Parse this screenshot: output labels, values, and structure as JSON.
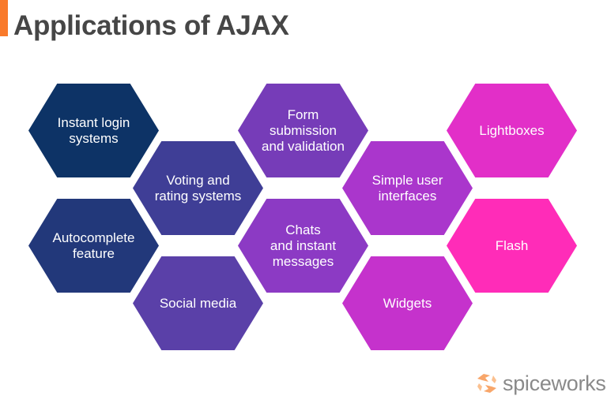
{
  "header": {
    "title": "Applications of AJAX",
    "accent_color": "#f97a2b"
  },
  "hexagons": [
    {
      "label": "Instant login\nsystems",
      "color": "#0d3366"
    },
    {
      "label": "Autocomplete\nfeature",
      "color": "#22387a"
    },
    {
      "label": "Voting and\nrating systems",
      "color": "#3f3e96"
    },
    {
      "label": "Social media",
      "color": "#5a40a8"
    },
    {
      "label": "Form\nsubmission\nand validation",
      "color": "#763cb8"
    },
    {
      "label": "Chats\nand instant\nmessages",
      "color": "#8c3ac4"
    },
    {
      "label": "Simple user\ninterfaces",
      "color": "#aa36cc"
    },
    {
      "label": "Widgets",
      "color": "#c532cc"
    },
    {
      "label": "Lightboxes",
      "color": "#e22fc8"
    },
    {
      "label": "Flash",
      "color": "#ff2cb8"
    }
  ],
  "logo": {
    "text": "spiceworks",
    "icon": "spiceworks-swirl-icon",
    "icon_color": "#f8a66a"
  }
}
